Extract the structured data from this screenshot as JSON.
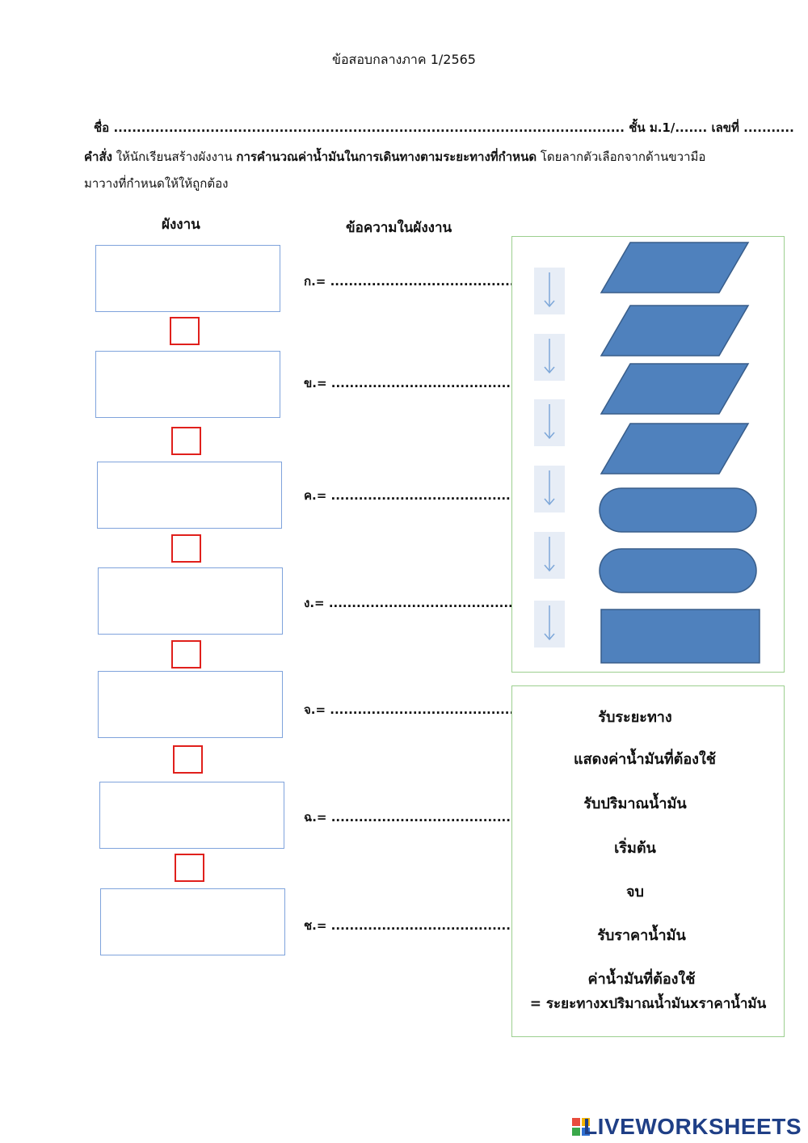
{
  "header": {
    "title": "ข้อสอบกลางภาค 1/2565",
    "name_label": "ชื่อ",
    "name_dots": "...............................................................................................................",
    "class_label": "ชั้น ม.1/.......",
    "number_label": "เลขที่ ..........."
  },
  "instruction": {
    "label": "คำสั่ง",
    "text_before": "ให้นักเรียนสร้างผังงาน",
    "emphasis": "การคำนวณค่าน้ำมันในการเดินทางตามระยะทางที่กำหนด",
    "text_after": "โดยลากตัวเลือกจากด้านขวามือ มาวางที่กำหนดให้ให้ถูกต้อง"
  },
  "columns": {
    "flowchart": "ผังงาน",
    "messages": "ข้อความในผังงาน"
  },
  "answers": [
    {
      "label": "ก.= ........................................"
    },
    {
      "label": "ข.= ........................................"
    },
    {
      "label": "ค.= ........................................"
    },
    {
      "label": "ง.= ........................................"
    },
    {
      "label": "จ.= ........................................"
    },
    {
      "label": "ฉ.= ........................................"
    },
    {
      "label": "ช.= ........................................"
    }
  ],
  "shape_options": [
    {
      "shape": "parallelogram"
    },
    {
      "shape": "parallelogram"
    },
    {
      "shape": "parallelogram"
    },
    {
      "shape": "parallelogram"
    },
    {
      "shape": "terminator"
    },
    {
      "shape": "terminator"
    },
    {
      "shape": "process-rectangle"
    }
  ],
  "text_options": [
    {
      "label": "รับระยะทาง"
    },
    {
      "label": "แสดงค่าน้ำมันที่ต้องใช้"
    },
    {
      "label": "รับปริมาณน้ำมัน"
    },
    {
      "label": "เริ่มต้น"
    },
    {
      "label": "จบ"
    },
    {
      "label": "รับราคาน้ำมัน"
    },
    {
      "label": "ค่าน้ำมันที่ต้องใช้"
    },
    {
      "label": "= ระยะทางxปริมาณน้ำมันxราคาน้ำมัน"
    }
  ],
  "brand": {
    "name": "LIVEWORKSHEETS",
    "icon": "liveworksheets-logo-icon"
  },
  "colors": {
    "shape_fill": "#4f81bd",
    "shape_stroke": "#385d8a",
    "box_border": "#7fa3dc",
    "drop_square": "#e0201c",
    "panel_border": "#9ccf8f",
    "arrow": "#7da7d9"
  }
}
